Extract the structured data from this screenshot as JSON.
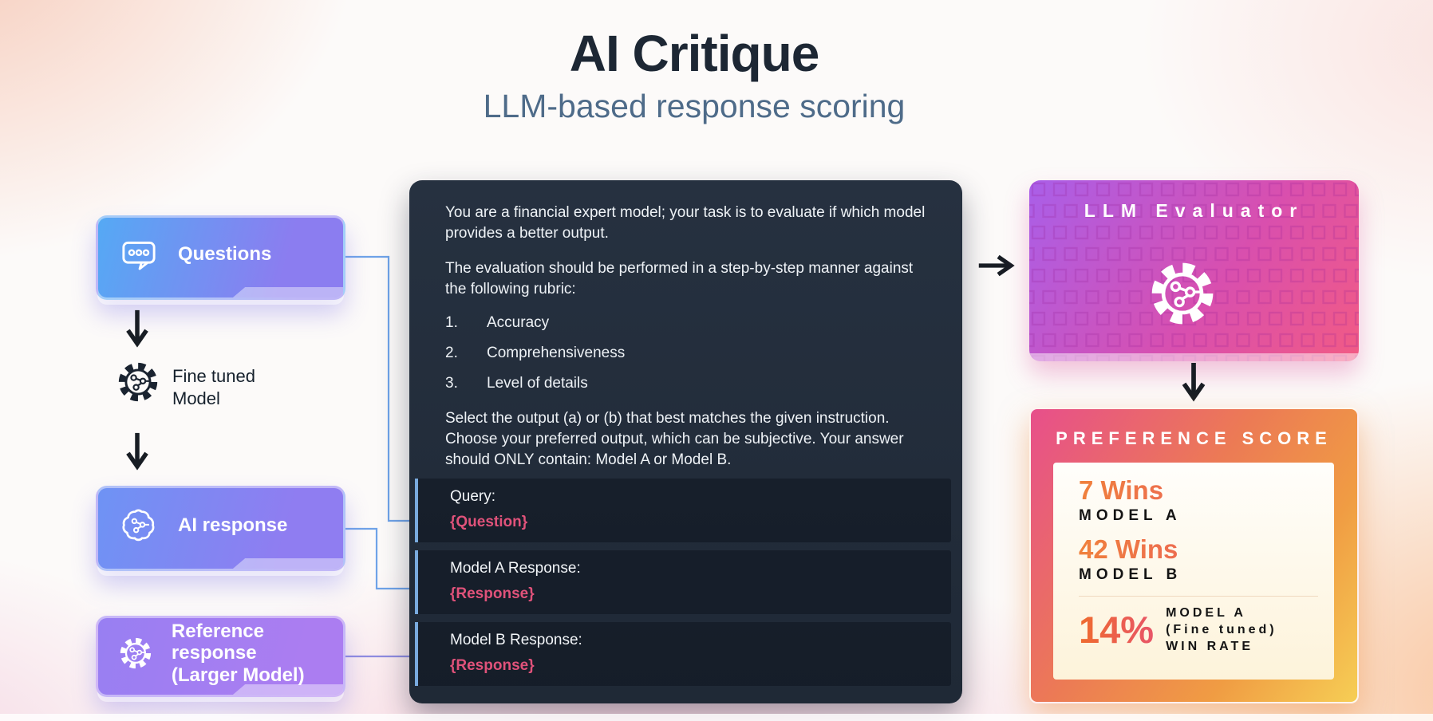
{
  "header": {
    "title": "AI Critique",
    "subtitle": "LLM-based response scoring"
  },
  "pipeline": {
    "questions_label": "Questions",
    "fine_tuned": {
      "line1": "Fine tuned",
      "line2": "Model"
    },
    "ai_response_label": "AI response",
    "reference": {
      "line1": "Reference response",
      "line2": "(Larger Model)"
    }
  },
  "prompt_panel": {
    "paragraph1": "You are a financial expert model; your task is to evaluate if which model provides a better output.",
    "paragraph2": "The evaluation should be performed in a step-by-step manner against the following rubric:",
    "rubric": [
      {
        "number": "1.",
        "label": "Accuracy"
      },
      {
        "number": "2.",
        "label": "Comprehensiveness"
      },
      {
        "number": "3.",
        "label": "Level of details"
      }
    ],
    "paragraph3": "Select the output (a) or (b) that best matches the given instruction. Choose your preferred output, which can be subjective. Your answer should ONLY contain: Model A or Model B.",
    "sections": [
      {
        "label": "Query:",
        "placeholder": "{Question}"
      },
      {
        "label": "Model A Response:",
        "placeholder": "{Response}"
      },
      {
        "label": "Model B Response:",
        "placeholder": "{Response}"
      }
    ]
  },
  "evaluator": {
    "title": "LLM Evaluator"
  },
  "preference": {
    "title": "PREFERENCE SCORE",
    "model_a_wins": "7 Wins",
    "model_a_name": "MODEL A",
    "model_b_wins": "42 Wins",
    "model_b_name": "MODEL B",
    "win_rate": "14%",
    "win_rate_lines": [
      "MODEL A",
      "(Fine tuned)",
      "WIN RATE"
    ]
  },
  "icons": {
    "questions": "chat-bubble",
    "fine_tuned_model": "gear-circuit",
    "ai_response": "brain-circuit",
    "reference_response": "gear-circuit",
    "llm_evaluator": "gear-circuit"
  },
  "colors": {
    "title_text": "#1d2734",
    "subtitle_text": "#4e6b89",
    "questions_gradient": [
      "#55a9f4",
      "#8b7df0"
    ],
    "ai_response_gradient": [
      "#6e93f4",
      "#8f7df1"
    ],
    "reference_gradient": [
      "#987ff2",
      "#ab7df1"
    ],
    "panel_bg": "#232e3c",
    "section_accent": "#79aade",
    "placeholder_text": "#e0527a",
    "evaluator_gradient": [
      "#a95fe9",
      "#f25b84"
    ],
    "preference_gradient": [
      "#e74f8b",
      "#f6ce55"
    ],
    "wins_text_gradient": [
      "#f0813c",
      "#e8506a"
    ],
    "arrow": "#181d24",
    "connector_blue": "#6fa3e8",
    "connector_purple": "#8f8ce0"
  }
}
